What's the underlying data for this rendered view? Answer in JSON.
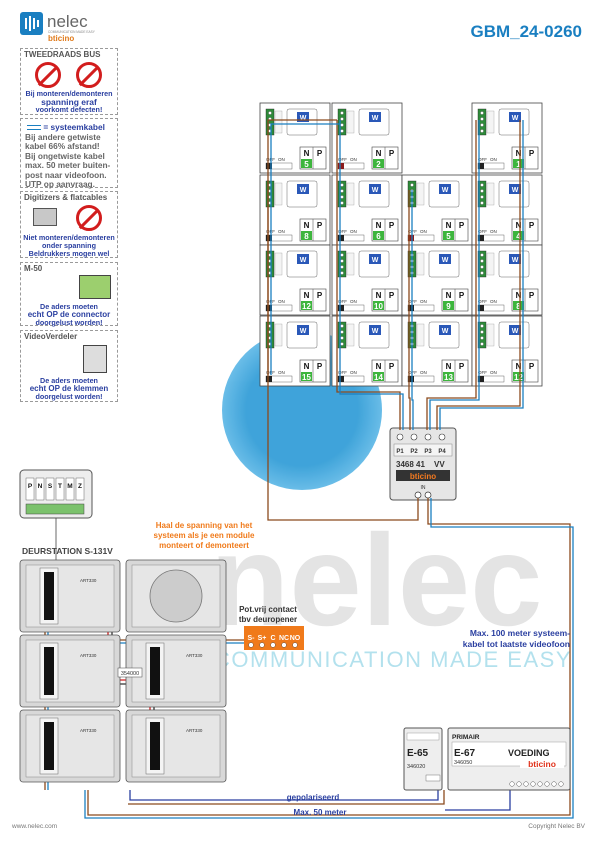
{
  "doc_code": "GBM_24-0260",
  "brand": {
    "name": "nelec",
    "tagline": "COMMUNICATION MADE EASY",
    "sub": "bticino"
  },
  "watermark": {
    "word": "nelec",
    "tagline": "COMMUNICATION MADE EASY"
  },
  "side": {
    "bus": {
      "title": "TWEEDRAADS BUS",
      "l1": "Bij monteren/demonteren",
      "l2": "spanning eraf",
      "l3": "voorkomt defecten!"
    },
    "cable": {
      "title": "= systeemkabel",
      "lines": [
        "Bij andere getwiste",
        "kabel 66% afstand!",
        "Bij ongetwiste kabel",
        "max. 50 meter buiten-",
        "post naar videofoon.",
        "UTP op aanvraag."
      ]
    },
    "digit": {
      "title": "Digitizers & flatcables",
      "l1": "Niet monteren/demonteren",
      "l2": "onder spanning",
      "l3": "Beldrukkers mogen wel"
    },
    "m50": {
      "title": "M-50",
      "l1": "De aders moeten",
      "l2": "echt OP de connector",
      "l3": "doorgelust worden!"
    },
    "vv": {
      "title": "VideoVerdeler",
      "l1": "De aders moeten",
      "l2": "echt OP de klemmen",
      "l3": "doorgelust worden!"
    }
  },
  "monitors": {
    "screen_label": "W",
    "sw_off": "OFF",
    "sw_on": "ON",
    "n_label": "N",
    "p_label": "P",
    "slots": [
      "5",
      "2",
      "1",
      "8",
      "6",
      "5",
      "4",
      "12",
      "10",
      "9",
      "8",
      "15",
      "14",
      "13",
      "12"
    ]
  },
  "distributor": {
    "ports": [
      "P1",
      "P2",
      "P3",
      "P4"
    ],
    "code": "3468 41",
    "vv": "VV",
    "brand": "bticino",
    "in": "IN"
  },
  "station": {
    "title": "DEURSTATION S-131V",
    "connector_labels": [
      "P",
      "N",
      "S",
      "T",
      "M",
      "Z"
    ],
    "module_code": "ART330"
  },
  "warning": {
    "l1": "Haal de spanning van het",
    "l2": "systeem als je een module",
    "l3": "monteert of demonteert"
  },
  "contact": {
    "l1": "Pot.vrij contact",
    "l2": "tbv deuropener",
    "terms": [
      "S-",
      "S+",
      "C",
      "NC",
      "NO"
    ]
  },
  "module_354000": "354000",
  "max100": {
    "l1": "Max. 100 meter systeem-",
    "l2": "kabel tot laatste videofoon"
  },
  "psu_e65": {
    "name": "E-65",
    "code": "346020"
  },
  "psu_e67": {
    "name": "E-67",
    "title": "VOEDING",
    "code": "346050",
    "primair": "PRIMAIR",
    "brand": "bticino"
  },
  "gepolariseerd": "gepolariseerd",
  "max50": "Max. 50 meter",
  "footer": {
    "url": "www.nelec.com",
    "copyright": "Copyright Nelec BV"
  },
  "colors": {
    "blue": "#1a7fc1",
    "watermark": "#2b9ad6",
    "brown": "#8b4a1d",
    "orange": "#f07a1a",
    "green": "#3db53d",
    "navy": "#2a3fa0",
    "red": "#d21d1d"
  }
}
